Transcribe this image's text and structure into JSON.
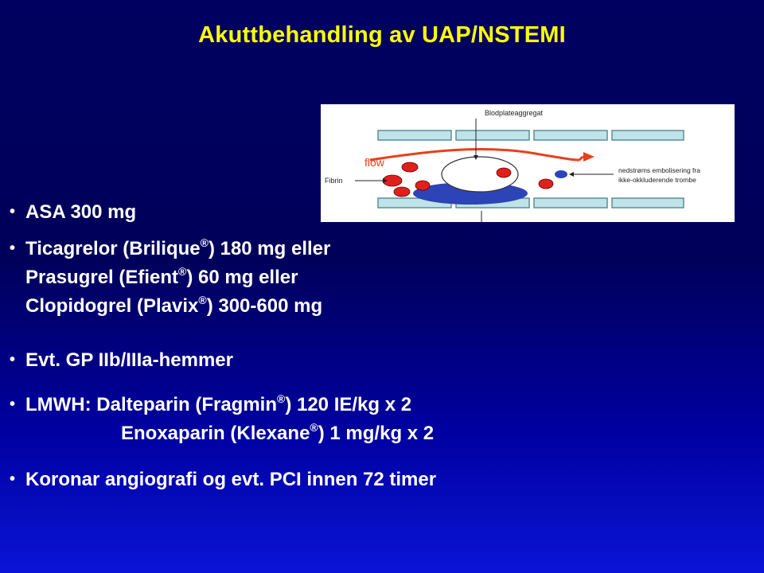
{
  "slide": {
    "title": "Akuttbehandling av UAP/NSTEMI",
    "bullets": [
      {
        "lines": [
          {
            "text": "ASA 300 mg"
          }
        ]
      },
      {
        "lines": [
          {
            "pre": "Ticagrelor (Brilique",
            "sup": "®",
            "post": ") 180 mg eller"
          },
          {
            "pre": "Prasugrel (Efient",
            "sup": "®",
            "post": ") 60 mg eller"
          },
          {
            "pre": "Clopidogrel (Plavix",
            "sup": "®",
            "post": ") 300-600 mg"
          }
        ]
      },
      {
        "lines": [
          {
            "text": "Evt. GP IIb/IIIa-hemmer"
          }
        ]
      },
      {
        "lines": [
          {
            "pre": "LMWH: Dalteparin (Fragmin",
            "sup": "®",
            "post": ") 120 IE/kg x 2"
          },
          {
            "pre": "Enoxaparin (Klexane",
            "sup": "®",
            "post": ") 1 mg/kg x 2"
          }
        ]
      },
      {
        "lines": [
          {
            "text": "Koronar angiografi og evt. PCI innen 72 timer"
          }
        ]
      }
    ],
    "bullet_glyph": "•"
  },
  "figure": {
    "label_top": "Blodplateaggregat",
    "label_flow": "flow",
    "label_fibrin": "Fibrin",
    "label_right_1": "nedstrøms embolisering fra",
    "label_right_2": "ikke-okkluderende trombe",
    "colors": {
      "wall": "#bfe3e8",
      "wall_stroke": "#5a8f96",
      "flow": "#e8401c",
      "red_cell": "#e0201c",
      "clot": "#2c44b8",
      "platelet": "#ffffff"
    }
  }
}
